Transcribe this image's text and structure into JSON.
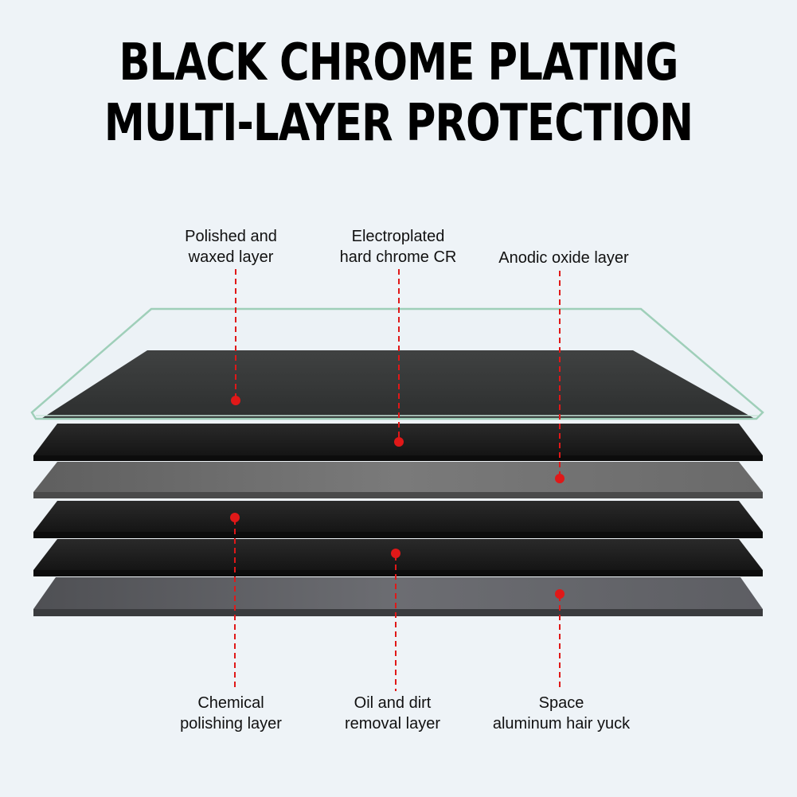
{
  "title": {
    "line1": "BLACK CHROME PLATING",
    "line2": "MULTI-LAYER PROTECTION"
  },
  "labels": {
    "top": [
      {
        "line1": "Polished and",
        "line2": "waxed layer"
      },
      {
        "line1": "Electroplated",
        "line2": "hard chrome CR"
      },
      {
        "line1": "Anodic oxide layer",
        "line2": ""
      }
    ],
    "bottom": [
      {
        "line1": "Chemical",
        "line2": "polishing layer"
      },
      {
        "line1": "Oil and dirt",
        "line2": "removal layer"
      },
      {
        "line1": "Space",
        "line2": "aluminum hair yuck"
      }
    ]
  },
  "colors": {
    "background": "#eef3f7",
    "marker": "#e01818",
    "glass_edge": "#9fcfb9",
    "dark_layer": "#1c1c1c",
    "gray_layer": "#707070"
  }
}
